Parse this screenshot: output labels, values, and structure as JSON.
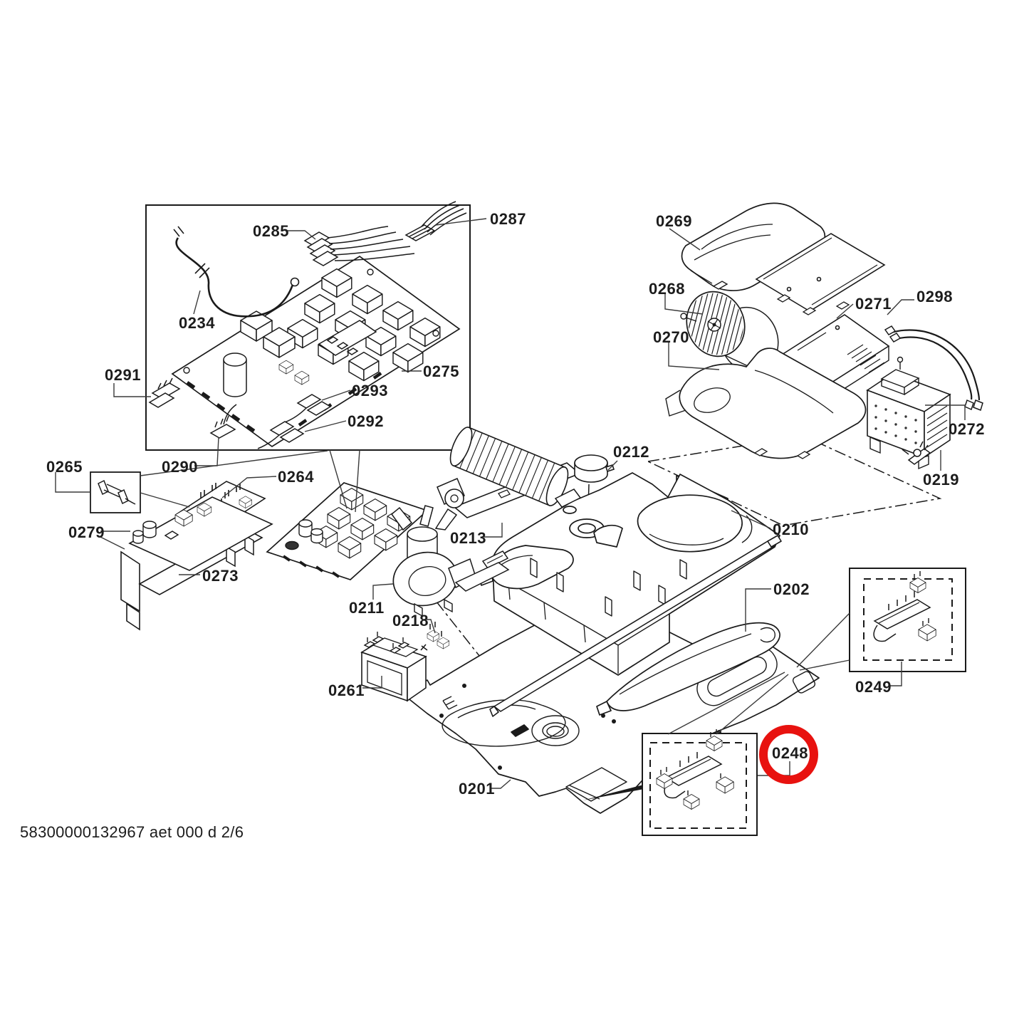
{
  "doc_code": "58300000132967 aet 000 d 2/6",
  "highlight": {
    "part": "0248",
    "color": "#e8120f"
  },
  "parts": {
    "p0201": "0201",
    "p0202": "0202",
    "p0210": "0210",
    "p0211": "0211",
    "p0212": "0212",
    "p0213": "0213",
    "p0218": "0218",
    "p0219": "0219",
    "p0234": "0234",
    "p0248": "0248",
    "p0249": "0249",
    "p0261": "0261",
    "p0264": "0264",
    "p0265": "0265",
    "p0268": "0268",
    "p0269": "0269",
    "p0270": "0270",
    "p0271": "0271",
    "p0272": "0272",
    "p0273": "0273",
    "p0275": "0275",
    "p0279": "0279",
    "p0285": "0285",
    "p0287": "0287",
    "p0290": "0290",
    "p0291": "0291",
    "p0292": "0292",
    "p0293": "0293",
    "p0298": "0298"
  }
}
